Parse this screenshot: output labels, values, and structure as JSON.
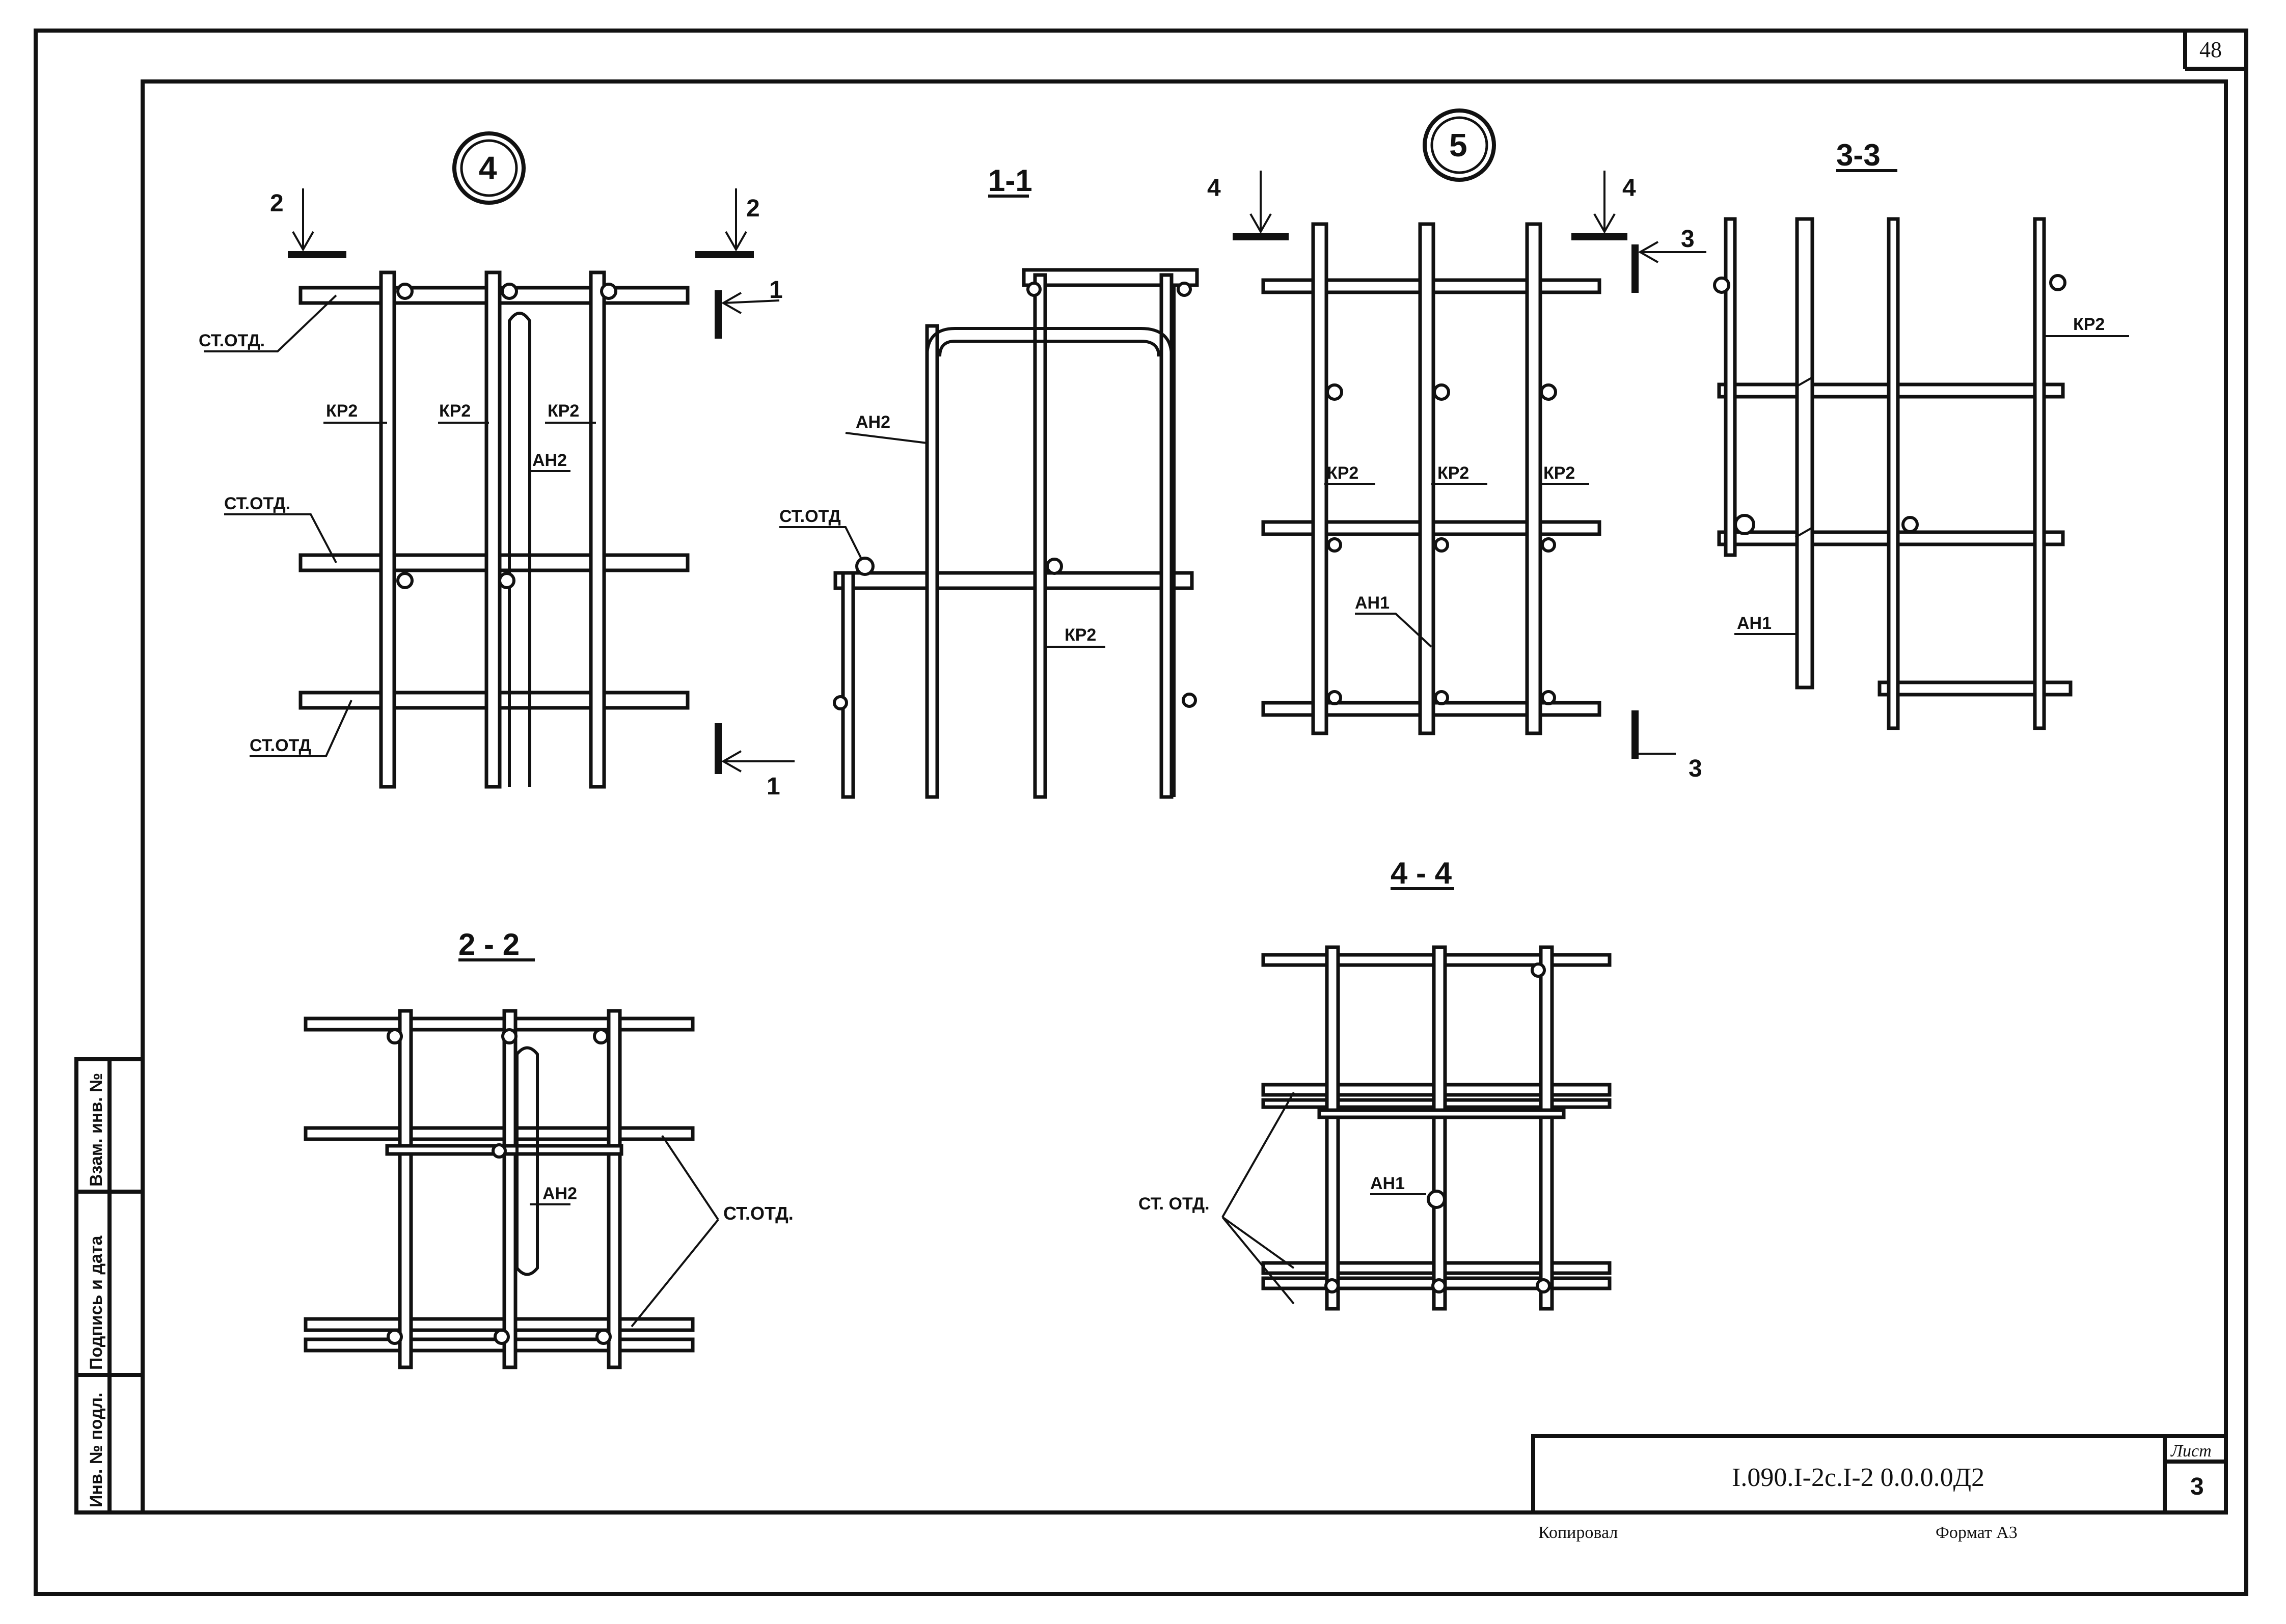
{
  "sheet": {
    "page_number": "48",
    "doc_code": "I.090.I-2c.I-2 0.0.0.0Д2",
    "sheet_label": "Лист",
    "sheet_number": "3",
    "copied_label": "Копировал",
    "format_label": "Формат А3"
  },
  "side_stamp": {
    "field1": "Взам. инв. №",
    "field2": "Подпись и дата",
    "field3": "Инв. № подл."
  },
  "nodes": {
    "node4": "4",
    "node5": "5"
  },
  "section_marks": {
    "s1": "1",
    "s2": "2",
    "s3": "3",
    "s4": "4"
  },
  "section_titles": {
    "t11": "1-1",
    "t22": "2 - 2",
    "t33": "3-3",
    "t44": "4 - 4"
  },
  "labels": {
    "st_otd": "СТ.ОТД.",
    "st_otd2": "СТ.ОТД",
    "st_otd3": "СТ. ОТД.",
    "st_otd4": "СТ.ОТД.",
    "kr2": "КР2",
    "an1": "АН1",
    "an2": "АН2"
  }
}
